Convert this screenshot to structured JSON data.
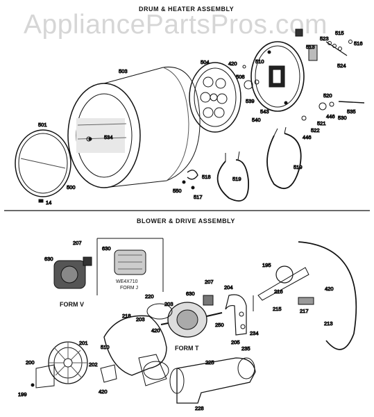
{
  "watermark": "AppliancePartsPros.com",
  "sections": {
    "drum_heater": {
      "title": "DRUM & HEATER ASSEMBLY"
    },
    "blower_drive": {
      "title": "BLOWER & DRIVE ASSEMBLY"
    }
  },
  "forms": {
    "form_v": "FORM V",
    "form_j": "FORM J",
    "form_t": "FORM T",
    "we_part": "WE4X710"
  },
  "part_numbers": {
    "drum": [
      "501",
      "503",
      "504",
      "534",
      "500",
      "14",
      "420",
      "508",
      "510",
      "539",
      "540",
      "543",
      "550",
      "518",
      "517",
      "519",
      "513",
      "523",
      "515",
      "516",
      "524",
      "520",
      "446",
      "530",
      "535",
      "521",
      "522"
    ],
    "blower": [
      "207",
      "630",
      "630",
      "203",
      "220",
      "420",
      "218",
      "510",
      "201",
      "202",
      "200",
      "199",
      "420",
      "250",
      "204",
      "205",
      "234",
      "235",
      "225",
      "228",
      "195",
      "216",
      "215",
      "217",
      "213",
      "420"
    ]
  }
}
